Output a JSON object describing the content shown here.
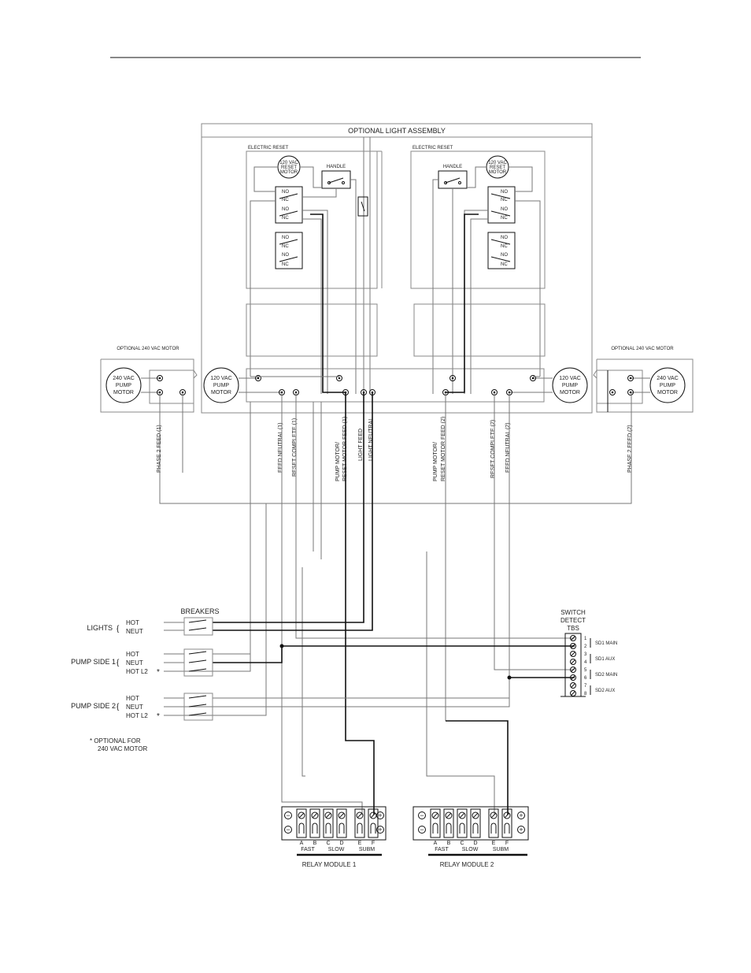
{
  "light_assembly": {
    "title": "OPTIONAL LIGHT ASSEMBLY"
  },
  "left_panel": {
    "title": "ELECTRIC RESET",
    "motor": [
      "120 VAC",
      "RESET",
      "MOTOR"
    ],
    "handle": "HANDLE",
    "contacts": [
      "NO",
      "NC",
      "NO",
      "NC",
      "NO",
      "NC",
      "NO",
      "NC"
    ]
  },
  "right_panel": {
    "title": "ELECTRIC RESET",
    "motor": [
      "120 VAC",
      "RESET",
      "MOTOR"
    ],
    "handle": "HANDLE",
    "contacts": [
      "NO",
      "NC",
      "NO",
      "NC",
      "NO",
      "NC",
      "NO",
      "NC"
    ]
  },
  "pump_motor_120": [
    "120 VAC",
    "PUMP",
    "MOTOR"
  ],
  "pump_motor_240": [
    "240 VAC",
    "PUMP",
    "MOTOR"
  ],
  "optional_240_label": "OPTIONAL 240 VAC MOTOR",
  "wire_labels": {
    "phase2_feed_1": "PHASE 2 FEED (1)",
    "feed_neutral_1": "FEED NEUTRAL (1)",
    "reset_complete_1": "RESET COMPLETE (1)",
    "pump_motor_1_a": "PUMP MOTOR/",
    "pump_motor_1_b": "RESET MOTOR FEED (1)",
    "light_feed": "LIGHT FEED",
    "light_neutral": "LIGHT NEUTRAL",
    "pump_motor_2_a": "PUMP MOTOR/",
    "pump_motor_2_b": "RESET MOTOR FEED (2)",
    "reset_complete_2": "RESET COMPLETE (2)",
    "feed_neutral_2": "FEED NEUTRAL (2)",
    "phase2_feed_2": "PHASE 2 FEED (2)"
  },
  "breakers": {
    "title": "BREAKERS",
    "lights": "LIGHTS",
    "pump_side_1": "PUMP SIDE 1",
    "pump_side_2": "PUMP SIDE 2",
    "hot": "HOT",
    "neut": "NEUT",
    "hot_l2": "HOT L2",
    "asterisk": "*",
    "note_1": "* OPTIONAL FOR",
    "note_2": "240 VAC MOTOR"
  },
  "switch_detect": {
    "title": [
      "SWITCH",
      "DETECT",
      "TBS"
    ],
    "terminals": [
      "1",
      "2",
      "3",
      "4",
      "5",
      "6",
      "7",
      "8"
    ],
    "groups": [
      "SD1 MAIN",
      "SD1 AUX",
      "SD2 MAIN",
      "SD2 AUX"
    ]
  },
  "relay_module_1": {
    "title": "RELAY MODULE 1",
    "letters": [
      "A",
      "B",
      "C",
      "D",
      "E",
      "F"
    ],
    "groups": [
      "FAST",
      "SLOW",
      "SUBM"
    ]
  },
  "relay_module_2": {
    "title": "RELAY MODULE 2",
    "letters": [
      "A",
      "B",
      "C",
      "D",
      "E",
      "F"
    ],
    "groups": [
      "FAST",
      "SLOW",
      "SUBM"
    ]
  }
}
